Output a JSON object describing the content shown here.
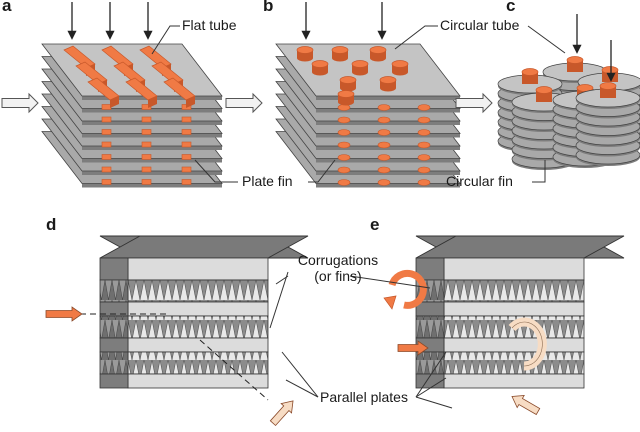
{
  "panels": [
    {
      "letter": "a"
    },
    {
      "letter": "b"
    },
    {
      "letter": "c"
    },
    {
      "letter": "d"
    },
    {
      "letter": "e"
    }
  ],
  "labels": {
    "flat_tube": "Flat tube",
    "circular_tube": "Circular tube",
    "plate_fin": "Plate fin",
    "circular_fin": "Circular fin",
    "corrugations_line1": "Corrugations",
    "corrugations_line2": "(or fins)",
    "parallel_plates": "Parallel plates"
  },
  "colors": {
    "tube_orange": "#f07a45",
    "tube_orange_dark": "#c8582a",
    "plate_gray": "#a9a9a9",
    "plate_top": "#c4c4c4",
    "plate_dark": "#7d7d7d",
    "block_top": "#7a7a7a",
    "block_light": "#dcdcdc",
    "flow_arrow_light": "#f7dcc4",
    "outline": "#333333"
  },
  "icons": {
    "flow_in": "hollow-arrow-icon",
    "flow_hot": "orange-arrow-icon",
    "flow_cold": "peach-arrow-icon",
    "flow_down": "down-arrow-icon"
  }
}
